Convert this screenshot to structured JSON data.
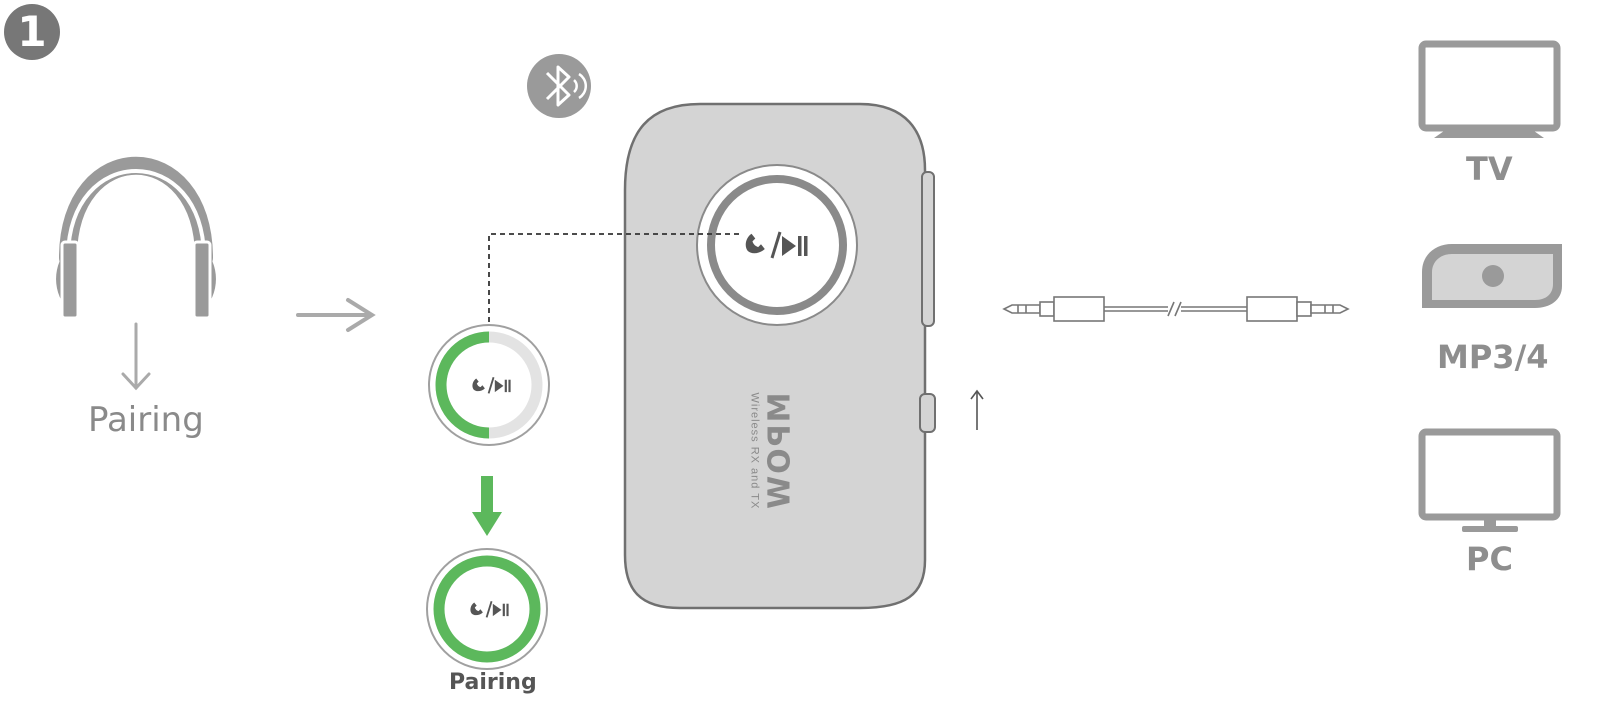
{
  "step": {
    "number": "1"
  },
  "labels": {
    "pairing_left": "Pairing",
    "pairing_bottom": "Pairing",
    "tv": "TV",
    "mp3": "MP3/4",
    "pc": "PC"
  },
  "device": {
    "brand": "MPOW",
    "subtitle": "Wireless RX and TX"
  },
  "icons": {
    "bluetooth": "bluetooth-signal-icon",
    "headphones": "headphones-icon",
    "button": "phone-play-pause-icon",
    "cable": "aux-cable-icon",
    "tv": "tv-icon",
    "mp3": "mp3-player-icon",
    "pc": "monitor-icon"
  },
  "colors": {
    "accent_green": "#5cb85c",
    "gray_dark": "#777777",
    "gray_mid": "#9a9a9a",
    "gray_light": "#d6d6d6"
  }
}
